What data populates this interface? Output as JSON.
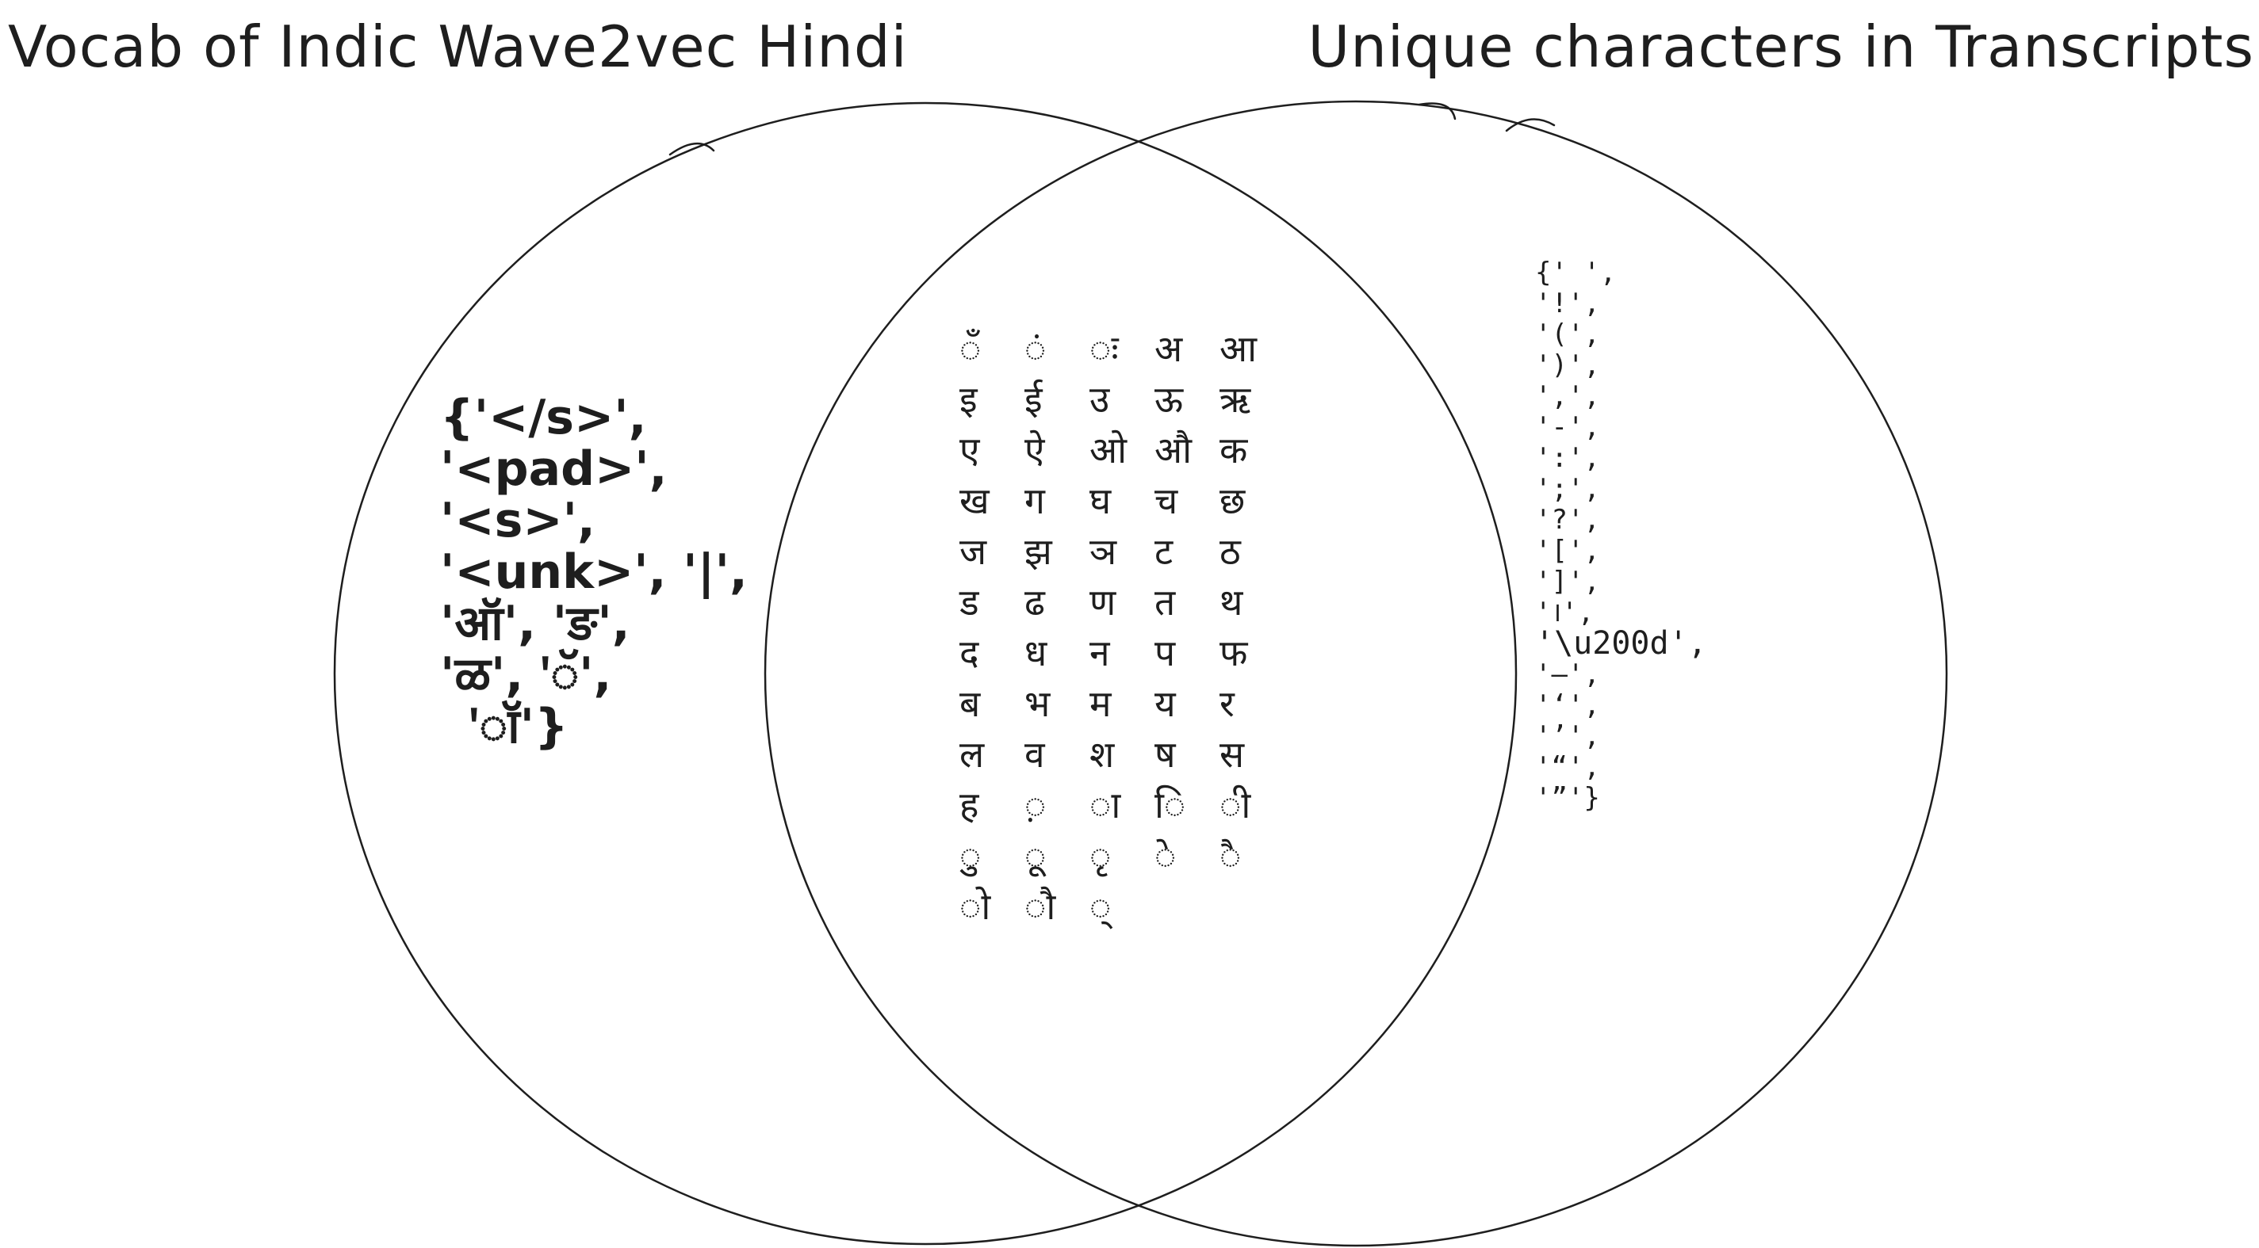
{
  "titles": {
    "left": "Vocab of Indic Wave2vec Hindi",
    "right": "Unique characters in Transcripts"
  },
  "left_only": [
    "{'</s>',",
    "'<pad>',",
    "'<s>',",
    "'<unk>', '|',",
    "'ऑ', 'ङ',",
    "'ळ', 'ॅ',",
    "'ॉ'}"
  ],
  "intersection": [
    "ँ",
    "ं",
    "ः",
    "अ",
    "आ",
    "इ",
    "ई",
    "उ",
    "ऊ",
    "ऋ",
    "ए",
    "ऐ",
    "ओ",
    "औ",
    "क",
    "ख",
    "ग",
    "घ",
    "च",
    "छ",
    "ज",
    "झ",
    "ञ",
    "ट",
    "ठ",
    "ड",
    "ढ",
    "ण",
    "त",
    "थ",
    "द",
    "ध",
    "न",
    "प",
    "फ",
    "ब",
    "भ",
    "म",
    "य",
    "र",
    "ल",
    "व",
    "श",
    "ष",
    "स",
    "ह",
    "़",
    "ा",
    "ि",
    "ी",
    "ु",
    "ू",
    "ृ",
    "े",
    "ै",
    "ो",
    "ौ",
    "्"
  ],
  "right_only": [
    "{' ',",
    "'!',",
    "'(',",
    "')',",
    "',',",
    "'-',",
    "':',",
    "';',",
    "'?',",
    "'[',",
    "']',",
    "'।',",
    "'\\u200d',",
    "'—',",
    "'‘',",
    "'’',",
    "'“',",
    "'”'}"
  ]
}
